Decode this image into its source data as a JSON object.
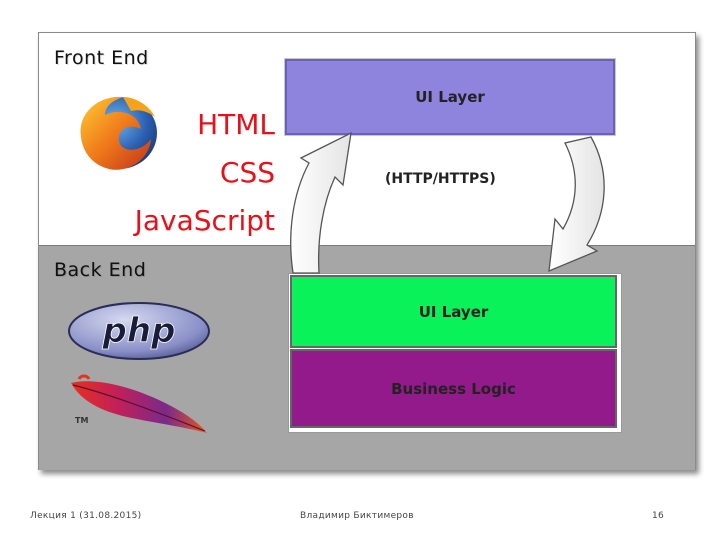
{
  "diagram": {
    "front_end_title": "Front End",
    "back_end_title": "Back End",
    "technologies": [
      "HTML",
      "CSS",
      "JavaScript"
    ],
    "front_layer": "UI Layer",
    "protocol": "(HTTP/HTTPS)",
    "back_ui_layer": "UI Layer",
    "business_layer": "Business Logic",
    "php_logo_text": "php",
    "apache_logo_text": "TM",
    "colors": {
      "front_layer": "#8e84de",
      "back_ui_layer": "#0af25a",
      "business_layer": "#921a8a",
      "back_background": "#a6a6a6",
      "tech_text": "#e8101a"
    },
    "icons": [
      "firefox-logo",
      "php-logo",
      "apache-feather-logo",
      "up-arrow",
      "down-arrow"
    ]
  },
  "footer": {
    "lecture": "Лекция 1 (31.08.2015)",
    "author": "Владимир Биктимеров",
    "page": "16"
  }
}
